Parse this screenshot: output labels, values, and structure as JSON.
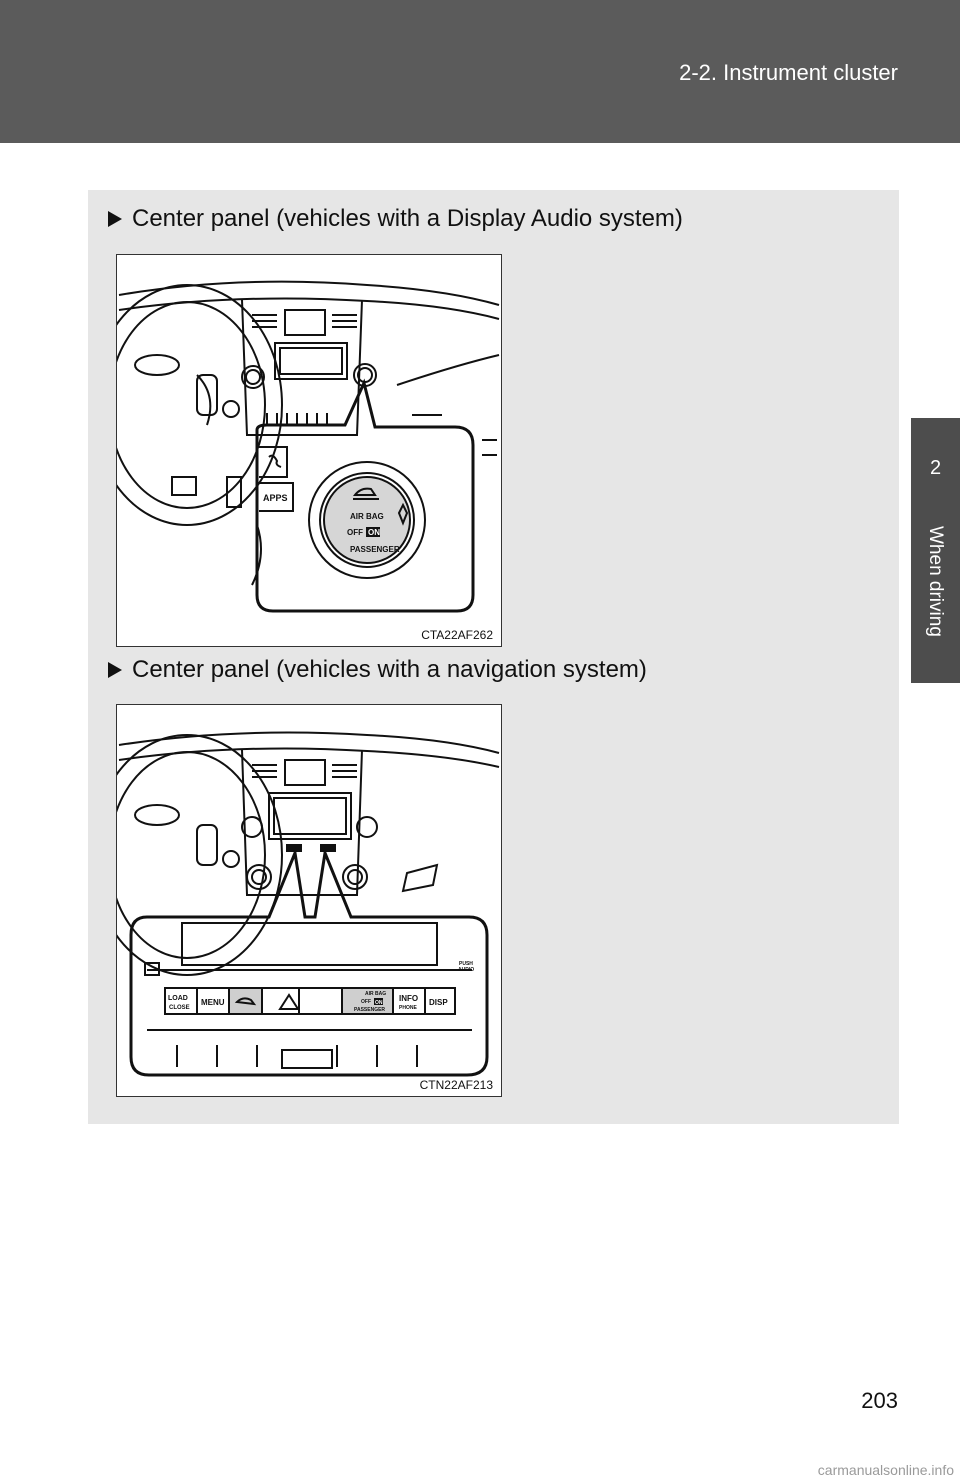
{
  "header": {
    "section": "2-2. Instrument cluster"
  },
  "side_tab": {
    "number": "2",
    "label": "When driving"
  },
  "figures": [
    {
      "caption": "Center panel (vehicles with a Display Audio system)",
      "code": "CTA22AF262",
      "labels": {
        "apps": "APPS",
        "airbag": "AIR BAG",
        "off": "OFF",
        "on": "ON",
        "passenger": "PASSENGER"
      }
    },
    {
      "caption": "Center panel (vehicles with a navigation system)",
      "code": "CTN22AF213",
      "labels": {
        "load": "LOAD",
        "close": "CLOSE",
        "menu": "MENU",
        "airbag": "AIR BAG",
        "off": "OFF",
        "on": "ON",
        "passenger": "PASSENGER",
        "info": "INFO",
        "phone": "PHONE",
        "disp": "DISP",
        "push": "PUSH",
        "audio": "AUDIO"
      }
    }
  ],
  "page_number": "203",
  "footer": {
    "url": "carmanualsonline.info"
  }
}
